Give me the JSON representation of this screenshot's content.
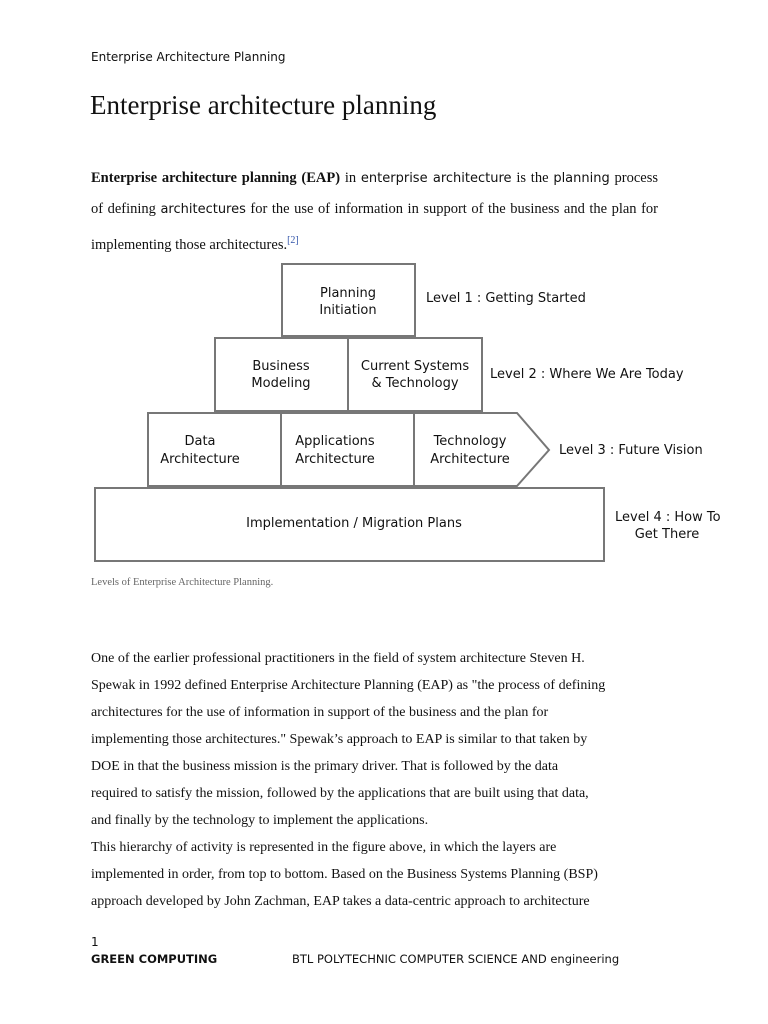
{
  "header": {
    "text": "Enterprise Architecture Planning"
  },
  "title": "Enterprise architecture planning",
  "intro": {
    "bold": "Enterprise architecture planning (EAP)",
    "t1": " in ",
    "link1": "enterprise architecture",
    "t2": " is the ",
    "link2": "planning",
    "t3": " process of defining ",
    "link3": "architectures",
    "t4": " for the use of information in support of the business and the plan for implementing those architectures.",
    "ref": "[2]"
  },
  "diagram": {
    "planning_l1": "Planning",
    "planning_l2": "Initiation",
    "level1": "Level 1 : Getting Started",
    "business_l1": "Business",
    "business_l2": "Modeling",
    "current_l1": "Current Systems",
    "current_l2": "& Technology",
    "level2": "Level 2 : Where We Are Today",
    "data_l1": "Data",
    "data_l2": "Architecture",
    "apps_l1": "Applications",
    "apps_l2": "Architecture",
    "tech_l1": "Technology",
    "tech_l2": "Architecture",
    "level3": "Level 3 : Future Vision",
    "impl": "Implementation / Migration Plans",
    "level4_l1": "Level 4 : How To",
    "level4_l2": "Get There"
  },
  "caption": "Levels of Enterprise Architecture Planning.",
  "body_lines": [
    "One of the earlier professional practitioners in the field of system architecture Steven H.",
    "Spewak in 1992 defined Enterprise Architecture Planning (EAP) as \"the process of defining",
    "architectures for the use of information in support of the business and the plan for",
    "implementing those architectures.\" Spewak’s approach to EAP is similar to that taken by",
    "DOE in that the business mission is the primary driver. That is followed by the data",
    "required to satisfy the mission, followed by the applications that are built using that data,",
    "and finally by the technology to implement the applications.",
    "This hierarchy of activity is represented in the figure above, in which the layers are",
    "implemented in order, from top to bottom. Based on the Business Systems Planning (BSP)",
    "approach developed by John Zachman, EAP takes a data-centric approach to architecture"
  ],
  "footer": {
    "page_number": "1",
    "left": "GREEN COMPUTING",
    "right": "BTL POLYTECHNIC COMPUTER SCIENCE AND   engineering"
  }
}
